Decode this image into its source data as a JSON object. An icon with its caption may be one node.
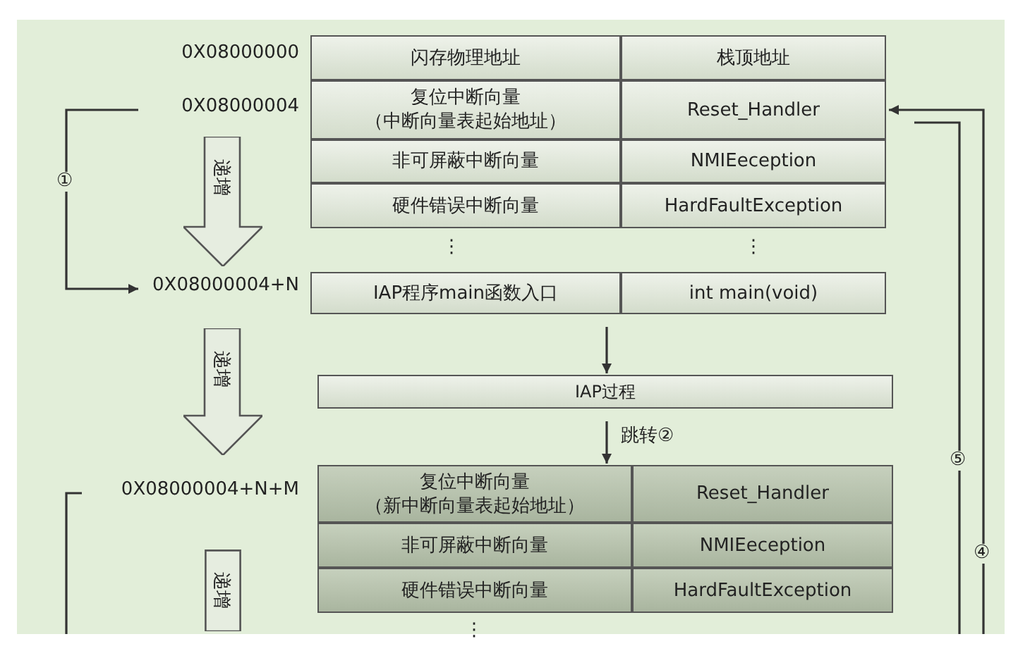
{
  "diagram": {
    "nodes": [
      {
        "text": [
          "闪存物理地址"
        ]
      },
      {
        "text": [
          "栈顶地址"
        ]
      },
      {
        "text": [
          "复位中断向量",
          "（中断向量表起始地址）"
        ]
      },
      {
        "text": [
          "Reset_Handler"
        ]
      },
      {
        "text": [
          "非可屏蔽中断向量"
        ]
      },
      {
        "text": [
          "NMIEeception"
        ]
      },
      {
        "text": [
          "硬件错误中断向量"
        ]
      },
      {
        "text": [
          "HardFaultException"
        ]
      },
      {
        "text": [
          "IAP程序main函数入口"
        ]
      },
      {
        "text": [
          "int main(void)"
        ]
      },
      {
        "text": [
          "IAP过程"
        ]
      },
      {
        "text": [
          "复位中断向量",
          "（新中断向量表起始地址）"
        ]
      },
      {
        "text": [
          "Reset_Handler"
        ]
      },
      {
        "text": [
          "非可屏蔽中断向量"
        ]
      },
      {
        "text": [
          "NMIEeception"
        ]
      },
      {
        "text": [
          "硬件错误中断向量"
        ]
      },
      {
        "text": [
          "HardFaultException"
        ]
      },
      {
        "text": [
          "0X08000004"
        ]
      },
      {
        "text": [
          "0X08000004+N"
        ]
      },
      {
        "text": [
          "0X08000004+N+M"
        ]
      },
      {
        "text": [
          "递增"
        ]
      },
      {
        "text": [
          "递增"
        ]
      },
      {
        "text": [
          "递增"
        ]
      }
    ],
    "edges": [
      {
        "from": 17,
        "to": 18,
        "arrow": "to",
        "label": "①"
      },
      {
        "from": 8,
        "to": 10,
        "arrow": "to"
      },
      {
        "from": 10,
        "to": 11,
        "arrow": "to",
        "label": "跳转②"
      },
      {
        "from": null,
        "to": 3,
        "arrow": "to",
        "label": "④"
      },
      {
        "from": null,
        "to": 3,
        "arrow": "none",
        "label": "⑤"
      },
      {
        "from": 19,
        "to": null,
        "arrow": "none"
      }
    ],
    "labels": [
      "0X08000000",
      "⋮",
      "⋮",
      "⋮"
    ]
  }
}
